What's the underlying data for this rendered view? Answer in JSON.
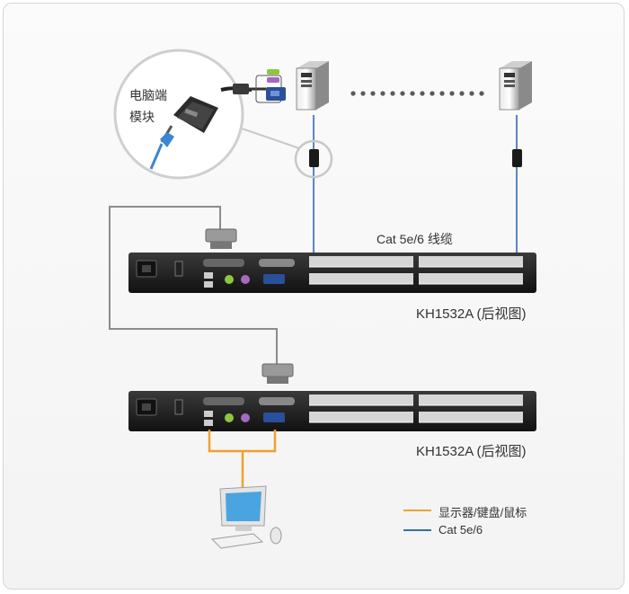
{
  "diagram": {
    "module_label_line1": "电脑端",
    "module_label_line2": "模块",
    "cable_label": "Cat 5e/6 线缆",
    "unit_top_label": "KH1532A (后视图)",
    "unit_bottom_label": "KH1532A (后视图)"
  },
  "legend": {
    "items": [
      {
        "label": "显示器/键盘/鼠标",
        "color": "#f0a030"
      },
      {
        "label": "Cat 5e/6",
        "color": "#2f6fb2"
      }
    ]
  },
  "colors": {
    "cat_cable": "#5b86c0",
    "console_cable": "#f0a030",
    "chassis": "#1f1f1f"
  }
}
